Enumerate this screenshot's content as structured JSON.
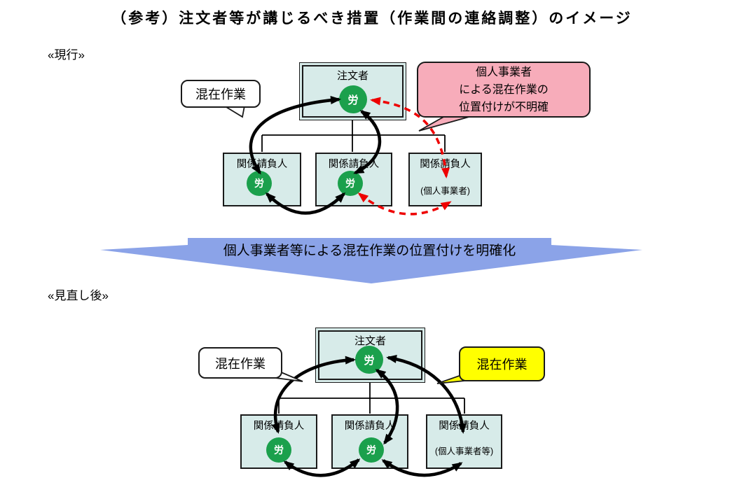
{
  "title": "（参考）注文者等が講じるべき措置（作業間の連絡調整）のイメージ",
  "colors": {
    "box_fill": "#d7ebe9",
    "worker_green": "#1ba04c",
    "banner_blue": "#8ba3e8",
    "issue_pink": "#f7acba",
    "highlight_yellow": "#ffff00",
    "warning_red": "#ee0000"
  },
  "current": {
    "section_label": "«現行»",
    "bubble_label": "混在作業",
    "orderer": {
      "title": "注文者",
      "worker_badge": "労"
    },
    "contractors": [
      {
        "title": "関係請負人",
        "worker_badge": "労"
      },
      {
        "title": "関係請負人",
        "worker_badge": "労"
      },
      {
        "title": "関係請負人",
        "subtitle": "(個人事業者)"
      }
    ],
    "issue_callout": {
      "line1": "個人事業者",
      "line2": "による混在作業の",
      "line3": "位置付けが不明確"
    }
  },
  "banner": {
    "label": "個人事業者等による混在作業の位置付けを明確化"
  },
  "revised": {
    "section_label": "«見直し後»",
    "bubble_label": "混在作業",
    "highlight_callout": "混在作業",
    "orderer": {
      "title": "注文者",
      "worker_badge": "労"
    },
    "contractors": [
      {
        "title": "関係請負人",
        "worker_badge": "労"
      },
      {
        "title": "関係請負人",
        "worker_badge": "労"
      },
      {
        "title": "関係請負人",
        "subtitle": "(個人事業者等)"
      }
    ]
  }
}
